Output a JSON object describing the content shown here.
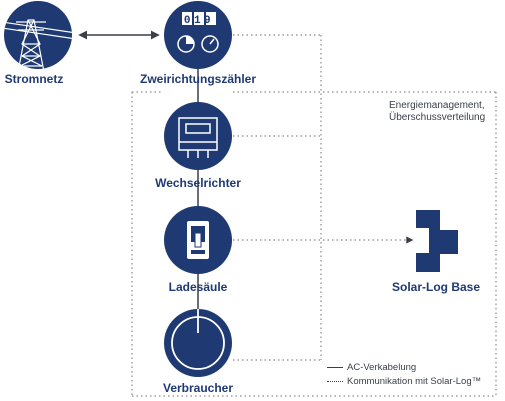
{
  "nodes": {
    "stromnetz": "Stromnetz",
    "zaehler": "Zweirichtungszähler",
    "meter_digits": "019",
    "wechselrichter": "Wechselrichter",
    "ladesaeule": "Ladesäule",
    "verbraucher": "Verbraucher",
    "solarlog": "Solar-Log Base"
  },
  "box_note": {
    "line1": "Energiemanagement,",
    "line2": "Überschussverteilung"
  },
  "legend": {
    "ac": "AC-Verkabelung",
    "comm": "Kommunikation mit Solar-Log™"
  },
  "colors": {
    "navy": "#1f3a73",
    "line": "#3a3f4a",
    "dotted": "#888888"
  },
  "icons": {
    "stromnetz": "power-pylon-icon",
    "zaehler": "bidirectional-meter-icon",
    "wechselrichter": "inverter-icon",
    "ladesaeule": "charging-station-icon",
    "verbraucher": "consumer-icon",
    "solarlog": "solar-log-logo-icon"
  }
}
